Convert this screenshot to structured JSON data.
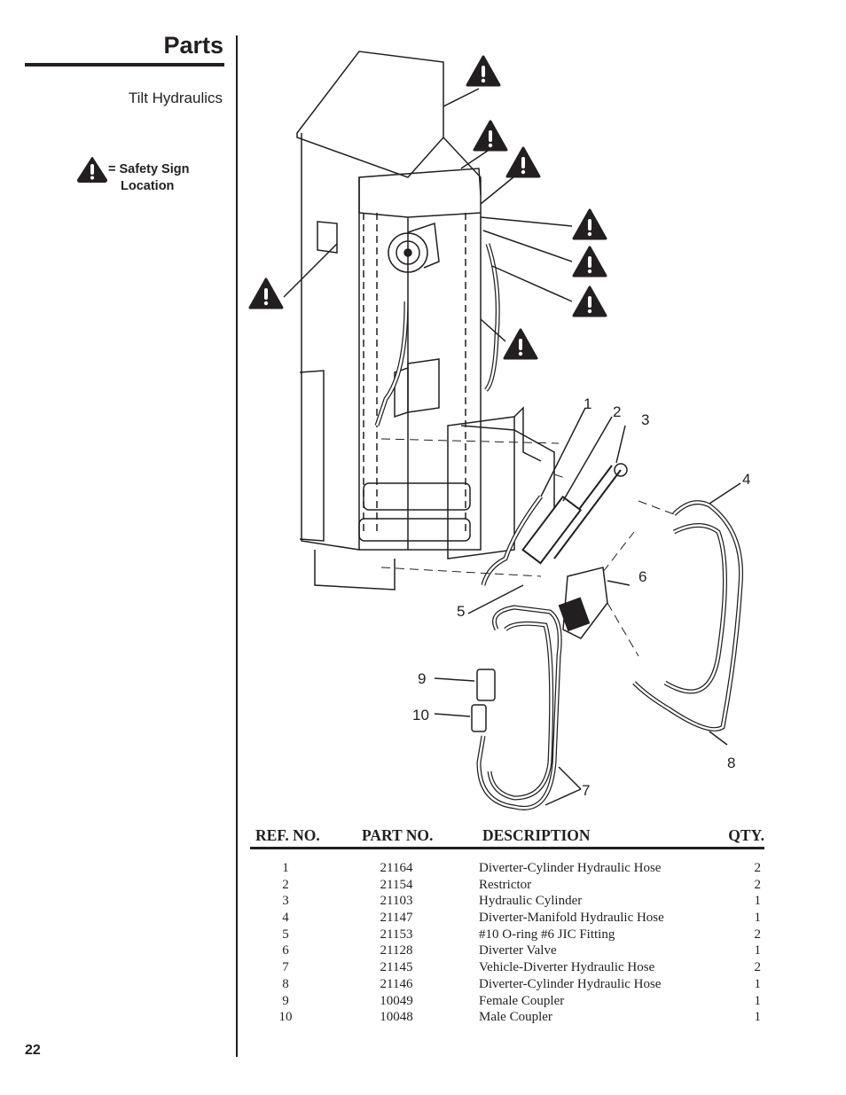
{
  "header": {
    "title": "Parts",
    "subtitle": "Tilt Hydraulics"
  },
  "legend": {
    "icon": "warning-triangle-icon",
    "line1": "= Safety Sign",
    "line2": "Location"
  },
  "page_number": "22",
  "diagram": {
    "callouts": [
      "1",
      "2",
      "3",
      "4",
      "5",
      "6",
      "7",
      "8",
      "9",
      "10"
    ]
  },
  "table": {
    "headers": [
      "REF. NO.",
      "PART NO.",
      "DESCRIPTION",
      "QTY."
    ],
    "rows": [
      {
        "ref": "1",
        "part": "21164",
        "desc": "Diverter-Cylinder Hydraulic Hose",
        "qty": "2"
      },
      {
        "ref": "2",
        "part": "21154",
        "desc": "Restrictor",
        "qty": "2"
      },
      {
        "ref": "3",
        "part": "21103",
        "desc": "Hydraulic Cylinder",
        "qty": "1"
      },
      {
        "ref": "4",
        "part": "21147",
        "desc": "Diverter-Manifold Hydraulic Hose",
        "qty": "1"
      },
      {
        "ref": "5",
        "part": "21153",
        "desc": "#10 O-ring #6 JIC Fitting",
        "qty": "2"
      },
      {
        "ref": "6",
        "part": "21128",
        "desc": "Diverter Valve",
        "qty": "1"
      },
      {
        "ref": "7",
        "part": "21145",
        "desc": "Vehicle-Diverter Hydraulic Hose",
        "qty": "2"
      },
      {
        "ref": "8",
        "part": "21146",
        "desc": "Diverter-Cylinder Hydraulic Hose",
        "qty": "1"
      },
      {
        "ref": "9",
        "part": "10049",
        "desc": "Female Coupler",
        "qty": "1"
      },
      {
        "ref": "10",
        "part": "10048",
        "desc": "Male Coupler",
        "qty": "1"
      }
    ]
  }
}
